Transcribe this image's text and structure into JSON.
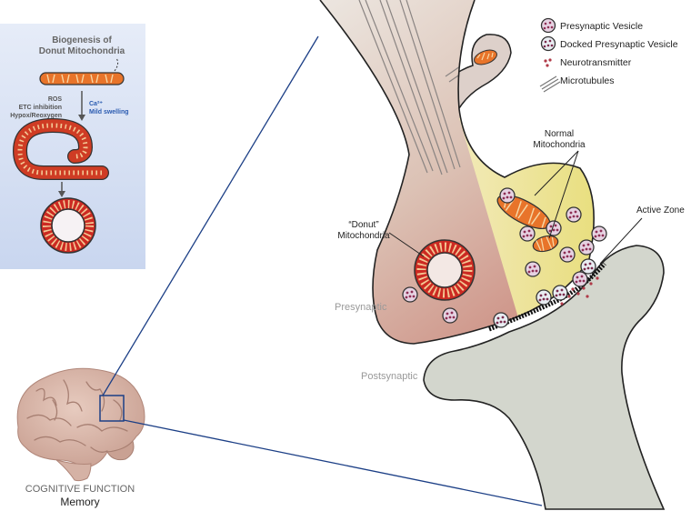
{
  "inset": {
    "title_line1": "Biogenesis of",
    "title_line2": "Donut Mitochondria",
    "stress_line1": "ROS",
    "stress_line2": "ETC inhibition",
    "stress_line3": "Hypox/Reoxygen",
    "calcium_label": "Ca²⁺",
    "swelling_label": "Mild swelling"
  },
  "legend": [
    {
      "label": "Presynaptic Vesicle",
      "icon": "presynaptic-vesicle-icon"
    },
    {
      "label": "Docked Presynaptic Vesicle",
      "icon": "docked-vesicle-icon"
    },
    {
      "label": "Neurotransmitter",
      "icon": "neurotransmitter-icon"
    },
    {
      "label": "Microtubules",
      "icon": "microtubules-icon"
    }
  ],
  "labels": {
    "normal_mito_line1": "Normal",
    "normal_mito_line2": "Mitochondria",
    "donut_mito_line1": "“Donut”",
    "donut_mito_line2": "Mitochondria",
    "active_zone": "Active Zone",
    "presynaptic": "Presynaptic",
    "postsynaptic": "Postsynaptic",
    "cognitive_function": "COGNITIVE FUNCTION",
    "memory": "Memory"
  },
  "colors": {
    "inset_bg": "#dbe4f5",
    "mito_orange": "#e8742a",
    "donut_red": "#cc2a22",
    "presynaptic_fill": "#d9b3a8",
    "active_zone_fill": "#ece58a",
    "postsynaptic_fill": "#d3d6cd",
    "vesicle_fill": "#e6d2e2",
    "line_blue": "#1c3f86"
  }
}
